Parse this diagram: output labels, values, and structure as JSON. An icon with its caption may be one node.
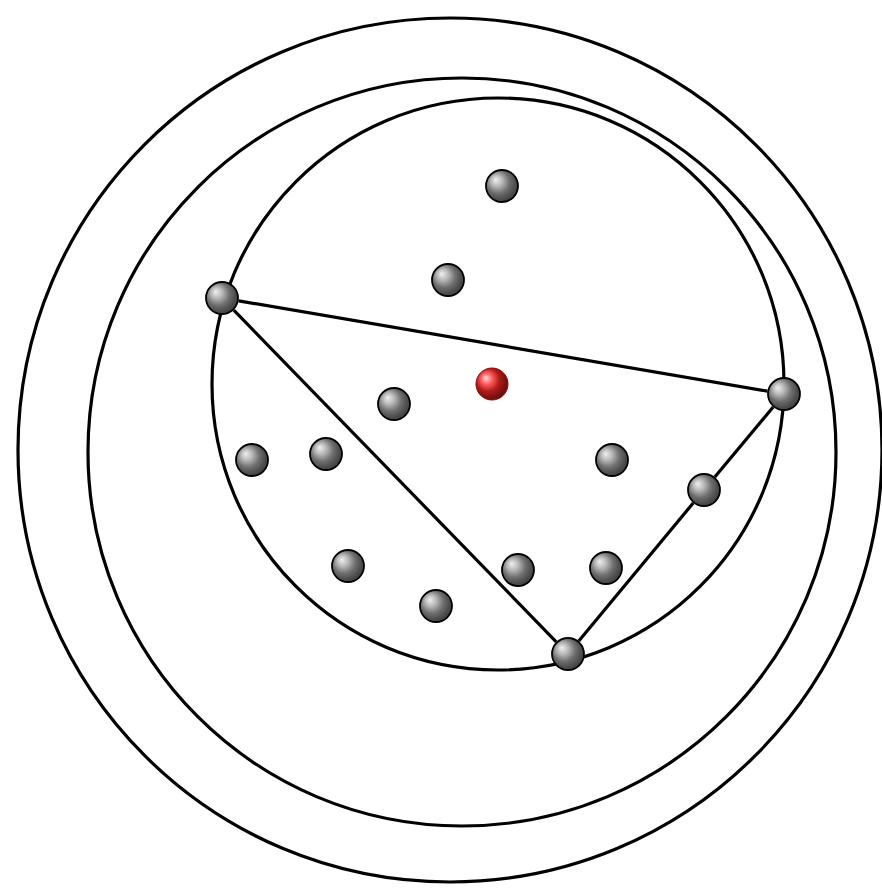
{
  "diagram": {
    "nodes": [
      {
        "text": [],
        "shape": "circle"
      },
      {
        "text": [],
        "shape": "circle",
        "in": 0
      },
      {
        "text": [],
        "shape": "circle",
        "in": 1
      },
      {
        "text": [],
        "shape": "circle",
        "in": 2
      },
      {
        "text": [],
        "shape": "circle",
        "in": 2
      },
      {
        "text": [],
        "shape": "circle",
        "in": 1
      },
      {
        "text": [],
        "shape": "circle",
        "in": 2
      },
      {
        "text": [],
        "shape": "circle",
        "in": 1
      },
      {
        "text": [],
        "shape": "circle",
        "in": 2
      },
      {
        "text": [],
        "shape": "circle",
        "in": 2
      },
      {
        "text": [],
        "shape": "circle",
        "in": 2
      },
      {
        "text": [],
        "shape": "circle",
        "in": 2
      },
      {
        "text": [],
        "shape": "circle",
        "in": 2
      },
      {
        "text": [],
        "shape": "circle",
        "in": 2
      },
      {
        "text": [],
        "shape": "circle",
        "in": 2
      },
      {
        "text": [],
        "shape": "circle",
        "in": 2
      },
      {
        "text": [],
        "shape": "circle",
        "in": 2
      },
      {
        "text": [],
        "shape": "circle",
        "in": 2
      }
    ],
    "edges": [
      {
        "from": 5,
        "to": 7,
        "arrow": "none"
      },
      {
        "from": 5,
        "to": 17,
        "arrow": "none"
      },
      {
        "from": 7,
        "to": 12,
        "arrow": "none"
      },
      {
        "from": 12,
        "to": 17,
        "arrow": "none"
      }
    ]
  }
}
